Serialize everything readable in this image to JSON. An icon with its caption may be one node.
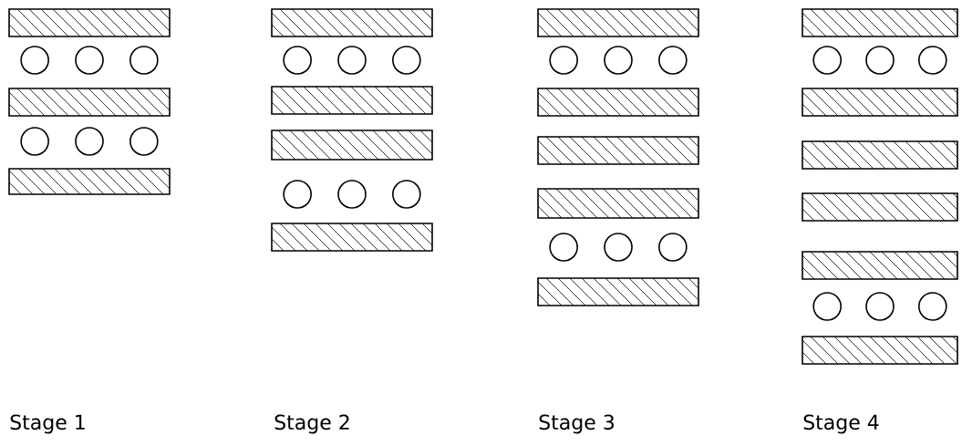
{
  "diagram": {
    "labels": [
      "Stage 1",
      "Stage 2",
      "Stage 3",
      "Stage 4"
    ]
  }
}
